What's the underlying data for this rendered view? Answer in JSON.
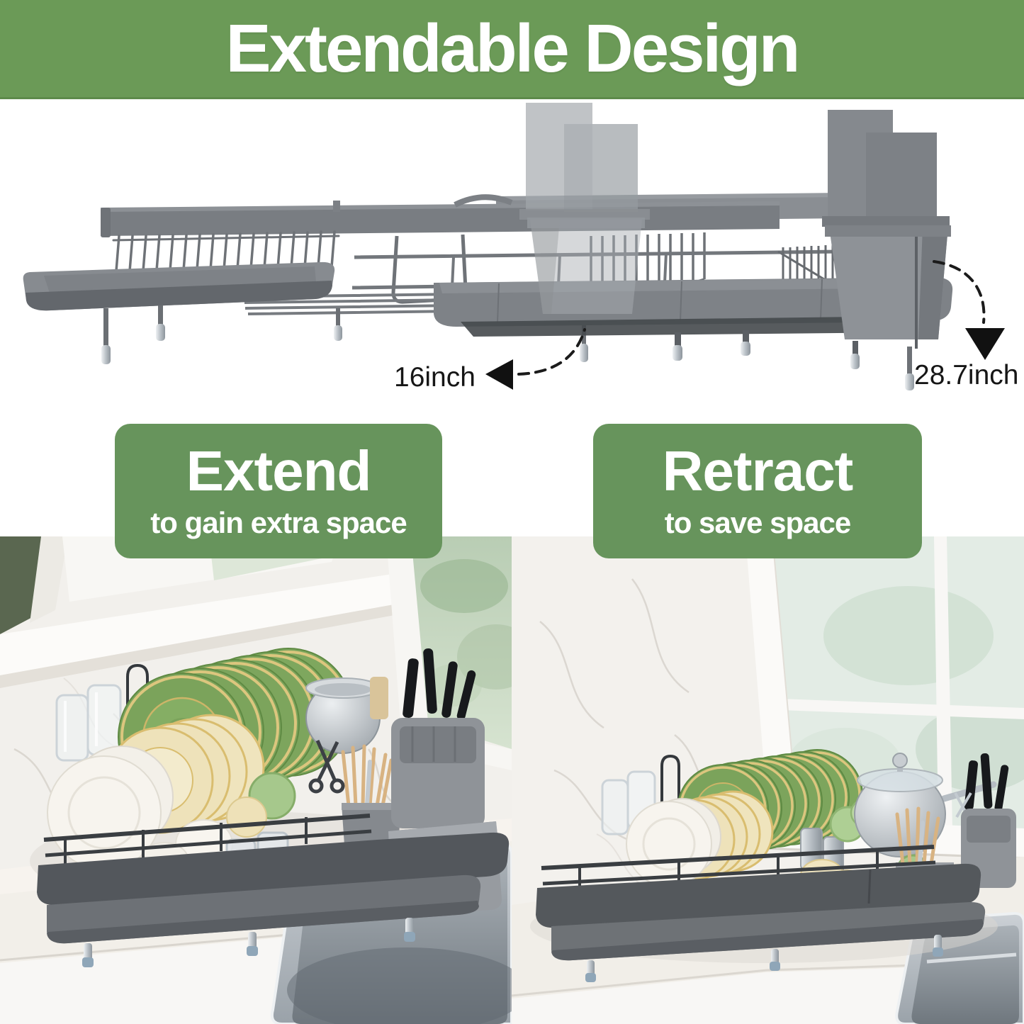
{
  "banner": {
    "title": "Extendable Design",
    "bg_color": "#6b9a57",
    "text_color": "#ffffff"
  },
  "diagram": {
    "retracted_measurement": "16inch",
    "extended_measurement": "28.7inch",
    "chevron_color_strong": "#0f90d9",
    "chevron_color_light": "#c9ecfb",
    "connector_color": "#1b1b1b",
    "rack_color": "#7e8287"
  },
  "cards": {
    "extend": {
      "title": "Extend",
      "subtitle": "to gain extra space",
      "bg_color": "#67945c",
      "text_color": "#ffffff"
    },
    "retract": {
      "title": "Retract",
      "subtitle": "to save space",
      "bg_color": "#67945c",
      "text_color": "#ffffff"
    }
  }
}
